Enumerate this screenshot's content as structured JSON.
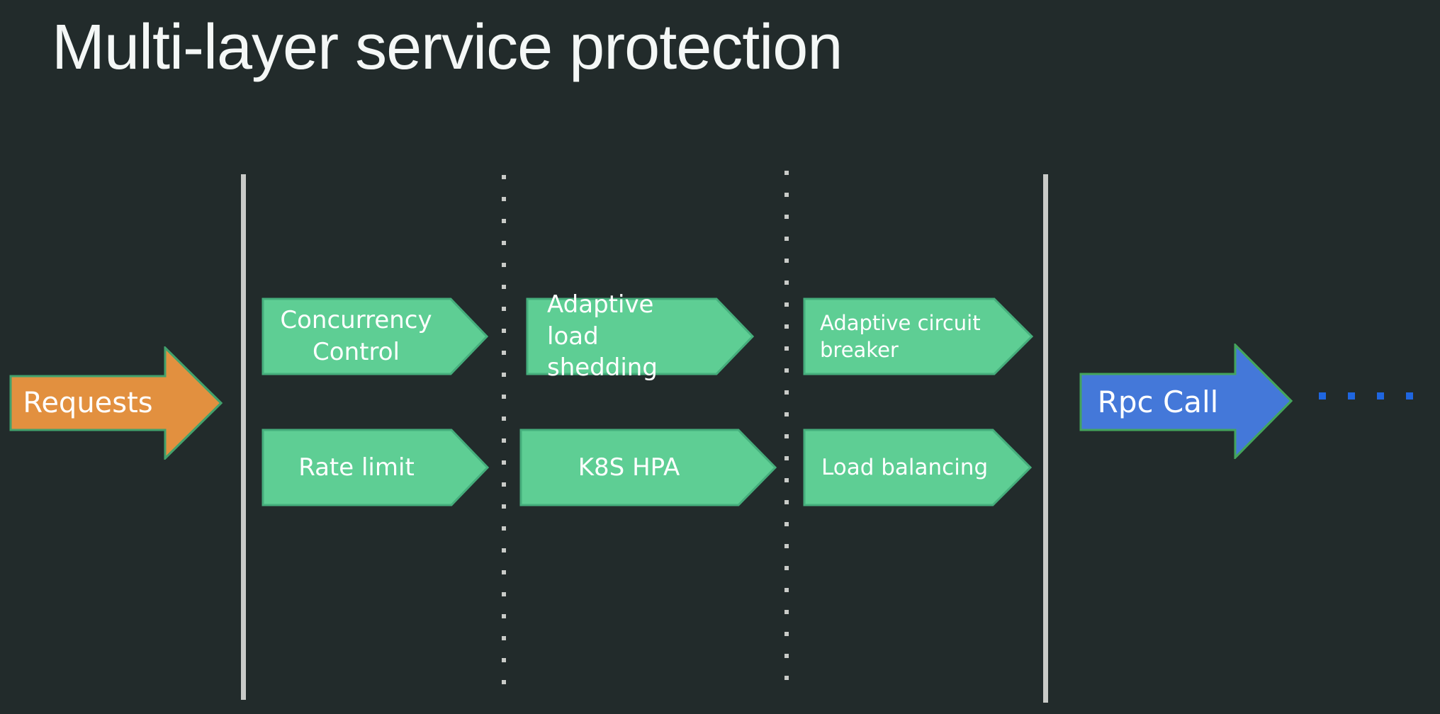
{
  "slide": {
    "title": "Multi-layer service protection",
    "background_color": "#222B2B"
  },
  "flow": {
    "input_arrow": {
      "label": "Requests",
      "fill": "#E2903F",
      "stroke": "#42A16C"
    },
    "output_arrow": {
      "label": "Rpc Call",
      "fill": "#4478D9",
      "stroke": "#44A45C"
    },
    "layers": {
      "fill": "#5ECE94",
      "stroke": "#45AE7C",
      "row_top": [
        {
          "label": "Concurrency Control"
        },
        {
          "label": "Adaptive load shedding"
        },
        {
          "label": "Adaptive circuit breaker"
        }
      ],
      "row_bottom": [
        {
          "label": "Rate limit"
        },
        {
          "label": "K8S HPA"
        },
        {
          "label": "Load balancing"
        }
      ]
    },
    "continuation_dots": {
      "count": 4,
      "color": "#1F66E0"
    },
    "dividers": {
      "solid_color": "#C9CBC8",
      "dotted_color": "#C9CBC8"
    }
  }
}
